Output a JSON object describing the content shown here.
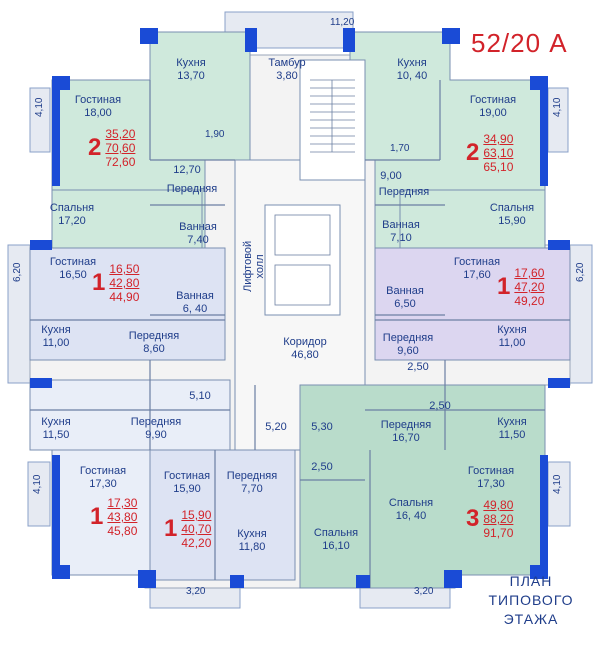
{
  "building_code": "52/20 А",
  "plan_title": [
    "ПЛАН",
    "ТИПОВОГО",
    "ЭТАЖА"
  ],
  "lift_hall": [
    "Лифтовой",
    "холл"
  ],
  "rooms": [
    {
      "name": "Кухня",
      "area": "13,70"
    },
    {
      "name": "Тамбур",
      "area": "3,80"
    },
    {
      "name": "Кухня",
      "area": "10, 40"
    },
    {
      "name": "Гостиная",
      "area": "18,00"
    },
    {
      "name": "Гостиная",
      "area": "19,00"
    },
    {
      "name": "",
      "area": "12,70"
    },
    {
      "name": "",
      "area": "9,00"
    },
    {
      "name": "Передняя",
      "area": ""
    },
    {
      "name": "Передняя",
      "area": ""
    },
    {
      "name": "Спальня",
      "area": "17,20"
    },
    {
      "name": "Спальня",
      "area": "15,90"
    },
    {
      "name": "Ванная",
      "area": "7,40"
    },
    {
      "name": "Ванная",
      "area": "7,10"
    },
    {
      "name": "Гостиная",
      "area": "16,50"
    },
    {
      "name": "Гостиная",
      "area": "17,60"
    },
    {
      "name": "Ванная",
      "area": "6, 40"
    },
    {
      "name": "Ванная",
      "area": "6,50"
    },
    {
      "name": "Кухня",
      "area": "11,00"
    },
    {
      "name": "Кухня",
      "area": "11,00"
    },
    {
      "name": "Передняя",
      "area": "8,60"
    },
    {
      "name": "Передняя",
      "area": "9,60"
    },
    {
      "name": "Коридор",
      "area": "46,80"
    },
    {
      "name": "",
      "area": "2,50"
    },
    {
      "name": "",
      "area": "2,50"
    },
    {
      "name": "",
      "area": "5,10"
    },
    {
      "name": "",
      "area": "5,20"
    },
    {
      "name": "",
      "area": "5,30"
    },
    {
      "name": "Кухня",
      "area": "11,50"
    },
    {
      "name": "Кухня",
      "area": "11,50"
    },
    {
      "name": "Передняя",
      "area": "9,90"
    },
    {
      "name": "Передняя",
      "area": "16,70"
    },
    {
      "name": "",
      "area": "2,50"
    },
    {
      "name": "Гостиная",
      "area": "17,30"
    },
    {
      "name": "Гостиная",
      "area": "15,90"
    },
    {
      "name": "Передняя",
      "area": "7,70"
    },
    {
      "name": "Гостиная",
      "area": "17,30"
    },
    {
      "name": "Спальня",
      "area": "16, 40"
    },
    {
      "name": "Кухня",
      "area": "11,80"
    },
    {
      "name": "Спальня",
      "area": "16,10"
    }
  ],
  "apartments": [
    {
      "rooms": "2",
      "areas": [
        "35,20",
        "70,60",
        "72,60"
      ]
    },
    {
      "rooms": "2",
      "areas": [
        "34,90",
        "63,10",
        "65,10"
      ]
    },
    {
      "rooms": "1",
      "areas": [
        "16,50",
        "42,80",
        "44,90"
      ]
    },
    {
      "rooms": "1",
      "areas": [
        "17,60",
        "47,20",
        "49,20"
      ]
    },
    {
      "rooms": "1",
      "areas": [
        "17,30",
        "43,80",
        "45,80"
      ]
    },
    {
      "rooms": "1",
      "areas": [
        "15,90",
        "40,70",
        "42,20"
      ]
    },
    {
      "rooms": "3",
      "areas": [
        "49,80",
        "88,20",
        "91,70"
      ]
    }
  ],
  "balconies": [
    "11,20",
    "1,90",
    "1,70",
    "4,10",
    "4,10",
    "6,20",
    "6,20",
    "4,10",
    "4,10",
    "3,20",
    "3,20"
  ]
}
